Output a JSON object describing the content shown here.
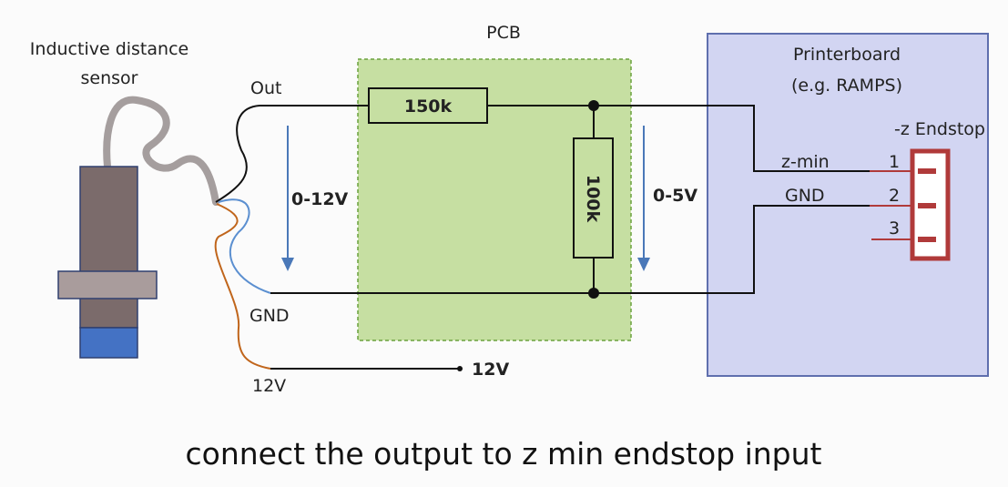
{
  "sensor": {
    "title_line1": "Inductive distance",
    "title_line2": "sensor"
  },
  "wires": {
    "out": "Out",
    "gnd": "GND",
    "v12": "12V",
    "v12_terminal": "12V"
  },
  "pcb": {
    "title": "PCB",
    "r1": "150k",
    "r2": "100k",
    "input_voltage": "0-12V",
    "output_voltage": "0-5V"
  },
  "printerboard": {
    "title_line1": "Printerboard",
    "title_line2": "(e.g. RAMPS)",
    "connector_title": "-z Endstop",
    "pin_zmin": "z-min",
    "pin_gnd": "GND",
    "pins": [
      "1",
      "2",
      "3"
    ]
  },
  "caption": "connect the output to z min endstop input",
  "colors": {
    "pcb_fill": "#c6dfa2",
    "pcb_border": "#6aa23c",
    "board_fill": "#d2d5f2",
    "board_border": "#5f6fae",
    "connector": "#b03a3a",
    "arrow": "#4a78b8",
    "sensor_body": "#7b6b6b",
    "sensor_tip": "#4472c4"
  }
}
